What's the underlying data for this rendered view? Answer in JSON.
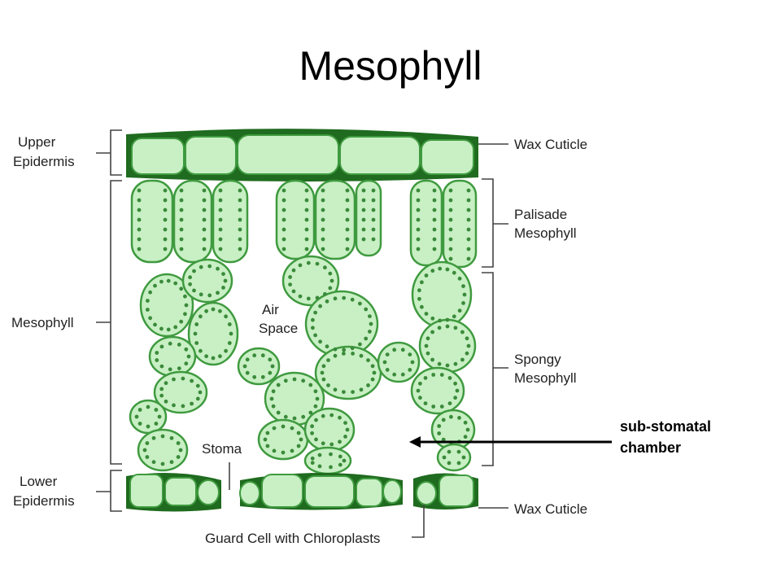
{
  "title": "Mesophyll",
  "labels": {
    "upper_epidermis": [
      "Upper",
      "Epidermis"
    ],
    "mesophyll": "Mesophyll",
    "lower_epidermis": [
      "Lower",
      "Epidermis"
    ],
    "wax_cuticle_top": "Wax Cuticle",
    "palisade": [
      "Palisade",
      "Mesophyll"
    ],
    "spongy": [
      "Spongy",
      "Mesophyll"
    ],
    "wax_cuticle_bottom": "Wax Cuticle",
    "air_space": [
      "Air",
      "Space"
    ],
    "stoma": "Stoma",
    "guard_cell": "Guard Cell with Chloroplasts",
    "sub_stomatal": [
      "sub-stomatal",
      "chamber"
    ]
  },
  "colors": {
    "cell_fill": "#c8f0c4",
    "cell_stroke": "#3f9a3f",
    "cuticle": "#1f6b1f",
    "chloroplast": "#3b8a3b",
    "line": "#444444"
  }
}
